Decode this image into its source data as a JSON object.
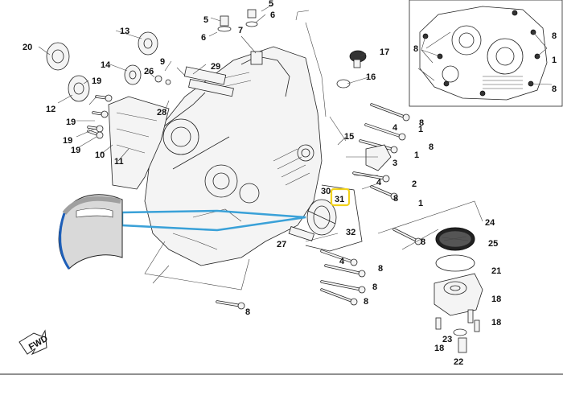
{
  "labels": [
    {
      "id": "l1",
      "text": "1"
    },
    {
      "id": "l2",
      "text": "1"
    },
    {
      "id": "l3",
      "text": "1"
    },
    {
      "id": "l4",
      "text": "1"
    },
    {
      "id": "l5",
      "text": "2"
    },
    {
      "id": "l6",
      "text": "3"
    },
    {
      "id": "l7",
      "text": "4"
    },
    {
      "id": "l8",
      "text": "4"
    },
    {
      "id": "l9",
      "text": "4"
    },
    {
      "id": "l10",
      "text": "5"
    },
    {
      "id": "l11",
      "text": "5"
    },
    {
      "id": "l12",
      "text": "6"
    },
    {
      "id": "l13",
      "text": "6"
    },
    {
      "id": "l14",
      "text": "7"
    },
    {
      "id": "l15",
      "text": "8"
    },
    {
      "id": "l16",
      "text": "8"
    },
    {
      "id": "l17",
      "text": "8"
    },
    {
      "id": "l18",
      "text": "8"
    },
    {
      "id": "l19",
      "text": "8"
    },
    {
      "id": "l20",
      "text": "8"
    },
    {
      "id": "l21",
      "text": "8"
    },
    {
      "id": "l22",
      "text": "8"
    },
    {
      "id": "l23",
      "text": "8"
    },
    {
      "id": "l24",
      "text": "8"
    },
    {
      "id": "l25",
      "text": "8"
    },
    {
      "id": "l26",
      "text": "9"
    },
    {
      "id": "l27",
      "text": "10"
    },
    {
      "id": "l28",
      "text": "11"
    },
    {
      "id": "l29",
      "text": "12"
    },
    {
      "id": "l30",
      "text": "13"
    },
    {
      "id": "l31",
      "text": "14"
    },
    {
      "id": "l32",
      "text": "15"
    },
    {
      "id": "l33",
      "text": "16"
    },
    {
      "id": "l34",
      "text": "17"
    },
    {
      "id": "l35",
      "text": "18"
    },
    {
      "id": "l36",
      "text": "18"
    },
    {
      "id": "l37",
      "text": "18"
    },
    {
      "id": "l38",
      "text": "19"
    },
    {
      "id": "l39",
      "text": "19"
    },
    {
      "id": "l40",
      "text": "19"
    },
    {
      "id": "l41",
      "text": "19"
    },
    {
      "id": "l42",
      "text": "20"
    },
    {
      "id": "l43",
      "text": "21"
    },
    {
      "id": "l44",
      "text": "22"
    },
    {
      "id": "l45",
      "text": "23"
    },
    {
      "id": "l46",
      "text": "24"
    },
    {
      "id": "l47",
      "text": "25"
    },
    {
      "id": "l48",
      "text": "26"
    },
    {
      "id": "l49",
      "text": "27"
    },
    {
      "id": "l50",
      "text": "28"
    },
    {
      "id": "l51",
      "text": "29"
    },
    {
      "id": "l52",
      "text": "30"
    },
    {
      "id": "l53",
      "text": "31"
    },
    {
      "id": "l54",
      "text": "32"
    }
  ],
  "fwd_label": "FWD",
  "colors": {
    "highlight": "#f2d21b",
    "callout": "#3aa1d8",
    "bearing_edge": "#1e5fb8",
    "line": "#222222"
  },
  "icons": {
    "direction_marker": "fwd-arrow-icon"
  }
}
